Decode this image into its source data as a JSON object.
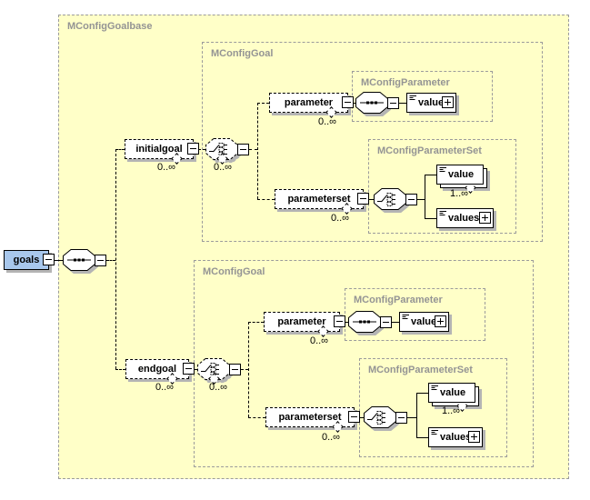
{
  "colors": {
    "canvas_fill": "#FFFFC8",
    "element_fill": "#FFFFFF",
    "selected_element_fill": "#A8C7EC",
    "container_border": "#9B9B9B",
    "container_label": "#949494",
    "shadow": "#B4B4B4",
    "line": "#000000"
  },
  "containers": {
    "goalbase": {
      "label": "MConfigGoalbase"
    },
    "goal_top": {
      "label": "MConfigGoal"
    },
    "parameter_top": {
      "label": "MConfigParameter"
    },
    "parameterset_top": {
      "label": "MConfigParameterSet"
    },
    "goal_bottom": {
      "label": "MConfigGoal"
    },
    "parameter_bottom": {
      "label": "MConfigParameter"
    },
    "parameterset_bottom": {
      "label": "MConfigParameterSet"
    }
  },
  "elements": {
    "goals": {
      "label": "goals"
    },
    "initialgoal": {
      "label": "initialgoal",
      "occurs": "0..∞"
    },
    "endgoal": {
      "label": "endgoal",
      "occurs": "0..∞"
    },
    "parameter_top": {
      "label": "parameter",
      "occurs": "0..∞"
    },
    "parameterset_top": {
      "label": "parameterset",
      "occurs": "0..∞"
    },
    "value_top": {
      "label": "value"
    },
    "value_multi_top": {
      "label": "value",
      "occurs": "1..∞"
    },
    "values_top": {
      "label": "values"
    },
    "parameter_bottom": {
      "label": "parameter",
      "occurs": "0..∞"
    },
    "parameterset_bottom": {
      "label": "parameterset",
      "occurs": "0..∞"
    },
    "value_bottom": {
      "label": "value"
    },
    "value_multi_bottom": {
      "label": "value",
      "occurs": "1..∞"
    },
    "values_bottom": {
      "label": "values"
    }
  },
  "compositors": {
    "choice_initialgoal": {
      "occurs": "0..∞"
    },
    "choice_endgoal": {
      "occurs": "0..∞"
    }
  },
  "icons": {
    "sequence": "sequence-icon",
    "choice": "choice-icon",
    "collapse": "minus-icon",
    "expand": "plus-icon",
    "text_content": "text-content-icon"
  }
}
